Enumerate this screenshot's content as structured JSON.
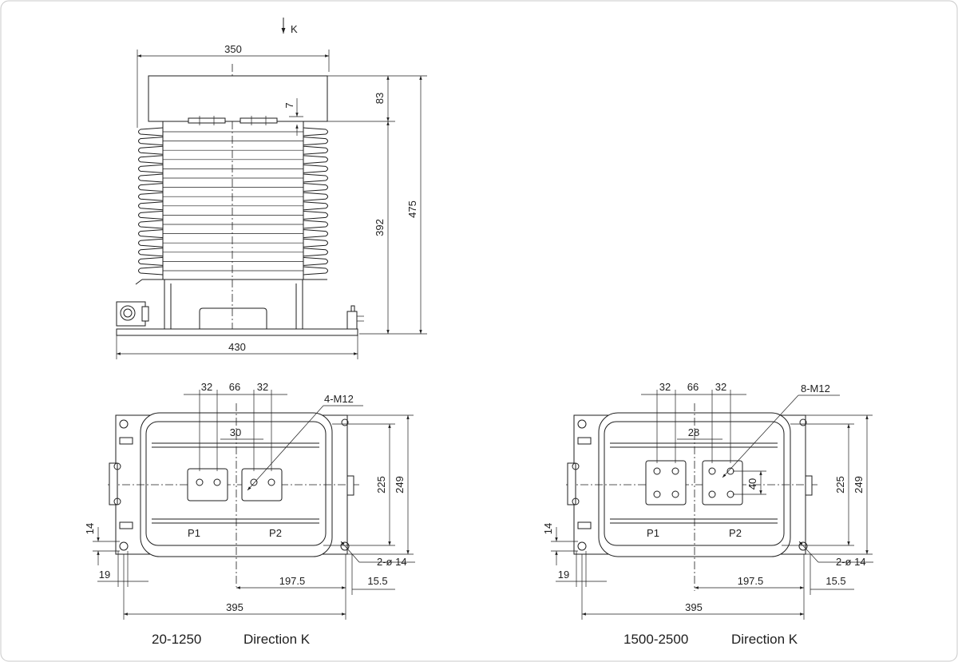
{
  "side_view": {
    "view_label": "K",
    "top_width": "350",
    "cap_height": "83",
    "gap": "7",
    "body_height": "392",
    "total_height": "475",
    "base_width": "430"
  },
  "view_left": {
    "caption": "20-1250",
    "direction": "Direction K",
    "dim_32a": "32",
    "dim_66": "66",
    "dim_32b": "32",
    "dim_30": "30",
    "thread_label": "4-M12",
    "hole_label": "2-ø 14",
    "dim_225": "225",
    "dim_249": "249",
    "dim_14": "14",
    "dim_19": "19",
    "dim_197_5": "197.5",
    "dim_15_5": "15.5",
    "dim_395": "395",
    "p1": "P1",
    "p2": "P2"
  },
  "view_right": {
    "caption": "1500-2500",
    "direction": "Direction K",
    "dim_32a": "32",
    "dim_66": "66",
    "dim_32b": "32",
    "dim_28": "28",
    "dim_40": "40",
    "thread_label": "8-M12",
    "hole_label": "2-ø 14",
    "dim_225": "225",
    "dim_249": "249",
    "dim_14": "14",
    "dim_19": "19",
    "dim_197_5": "197.5",
    "dim_15_5": "15.5",
    "dim_395": "395",
    "p1": "P1",
    "p2": "P2"
  }
}
